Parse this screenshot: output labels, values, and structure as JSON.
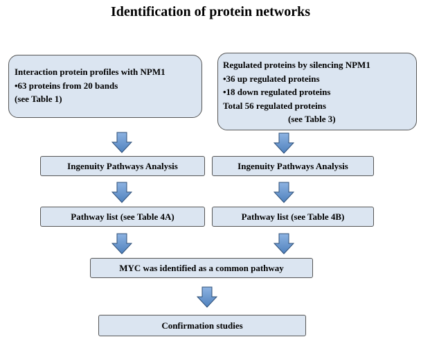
{
  "title": "Identification of protein networks",
  "left_top": {
    "lines": [
      "Interaction protein profiles with NPM1",
      "•63 proteins from 20 bands",
      "(see Table 1)"
    ]
  },
  "right_top": {
    "lines": [
      "Regulated proteins by silencing  NPM1",
      "•36 up regulated proteins",
      "•18 down regulated proteins",
      "Total 56 regulated proteins",
      "(see Table 3)"
    ]
  },
  "ipa_left": "Ingenuity Pathways Analysis",
  "ipa_right": "Ingenuity Pathways Analysis",
  "pathway_left": "Pathway list  (see Table 4A)",
  "pathway_right": "Pathway list  (see Table 4B)",
  "myc": "MYC was identified as a common pathway",
  "confirm": "Confirmation studies",
  "colors": {
    "box_fill": "#dbe5f1",
    "box_border": "#555555",
    "arrow_top": "#8db3e2",
    "arrow_bottom": "#4f81bd",
    "arrow_stroke": "#2c4d75"
  }
}
